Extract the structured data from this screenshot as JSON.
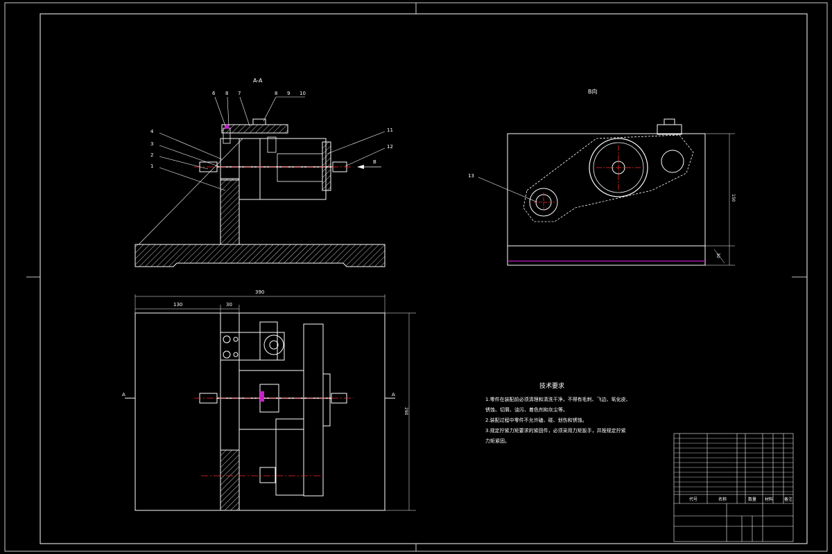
{
  "views": {
    "section_view_title": "A-A",
    "side_view_title": "B向",
    "section_mark_left": "A",
    "section_mark_right": "A",
    "arrow_b": "B"
  },
  "part_numbers": {
    "top": [
      "6",
      "8",
      "7",
      "8",
      "9",
      "10"
    ],
    "left": [
      "4",
      "3",
      "2",
      "1"
    ],
    "right": [
      "11",
      "12"
    ],
    "side_view": "13"
  },
  "dimensions": {
    "total_width": "390",
    "dim_a": "130",
    "dim_b": "30",
    "height_right": "290",
    "side_height": "150",
    "side_small": "30"
  },
  "tech_requirements": {
    "title": "技术要求",
    "lines": [
      "1.零件在装配前必须清理和清洗干净，不得有毛刺、飞边、氧化皮、",
      "锈蚀、切屑、油污、着色剂和灰尘等。",
      "2.装配过程中零件不允许磕、碰、划伤和锈蚀。",
      "3.规定拧紧力矩要求的紧固件，必须采用力矩扳手，并按规定拧紧",
      "力矩紧固。"
    ]
  },
  "title_block": {
    "header_code": "代号",
    "header_name": "名称",
    "header_qty": "数量",
    "header_material": "材料",
    "header_note": "备注"
  },
  "colors": {
    "lines": "#ffffff",
    "centerline": "#ff2a2a",
    "accent": "#c51fc5"
  }
}
